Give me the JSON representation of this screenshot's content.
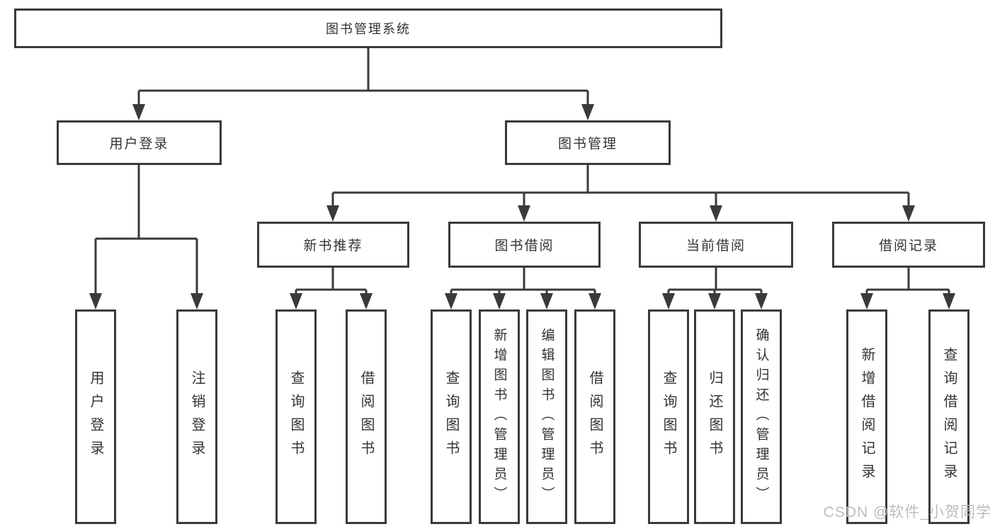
{
  "diagram_title": "图书管理系统",
  "nodes": {
    "root": "图书管理系统",
    "user_login_branch": "用户登录",
    "book_management": "图书管理",
    "new_book_recommend": "新书推荐",
    "book_borrow": "图书借阅",
    "current_borrow": "当前借阅",
    "borrow_record": "借阅记录",
    "leaf_user_login": "用户登录",
    "leaf_logout": "注销登录",
    "leaf_query_book_1": "查询图书",
    "leaf_borrow_book_1": "借阅图书",
    "leaf_query_book_2": "查询图书",
    "leaf_add_book_admin": "新增图书（管理员）",
    "leaf_edit_book_admin": "编辑图书（管理员）",
    "leaf_borrow_book_2": "借阅图书",
    "leaf_query_book_3": "查询图书",
    "leaf_return_book": "归还图书",
    "leaf_confirm_return_admin": "确认归还（管理员）",
    "leaf_add_borrow_record": "新增借阅记录",
    "leaf_query_borrow_record": "查询借阅记录"
  },
  "watermark": "CSDN @软件_小贺同学",
  "colors": {
    "line": "#3a3a3a",
    "text": "#333333",
    "watermark": "#b9bdc2",
    "background": "#ffffff"
  }
}
